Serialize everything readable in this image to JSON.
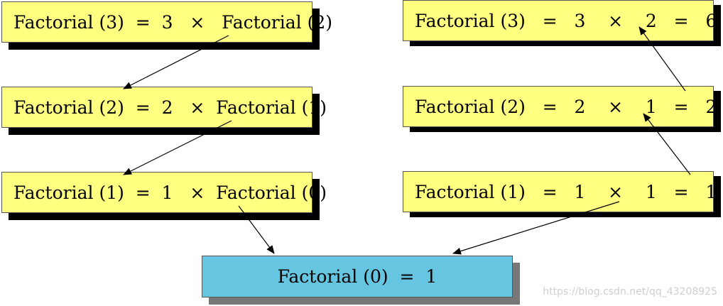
{
  "left_column": [
    "Factorial (3)  =  3   ×   Factorial (2)",
    "Factorial (2)  =  2   ×  Factorial (1)",
    "Factorial (1)  =  1   ×  Factorial (0)"
  ],
  "right_column": [
    "Factorial (3)   =   3    ×    2   =   6",
    "Factorial (2)   =   2    ×    1   =   2",
    "Factorial (1)   =   1    ×    1   =   1"
  ],
  "base_case": "Factorial (0)  =  1",
  "watermark": "https://blog.csdn.net/qq_43208925",
  "colors": {
    "box_fill": "#ffff80",
    "base_fill": "#66c5e0",
    "shadow": "#000000",
    "arrow": "#000000"
  }
}
